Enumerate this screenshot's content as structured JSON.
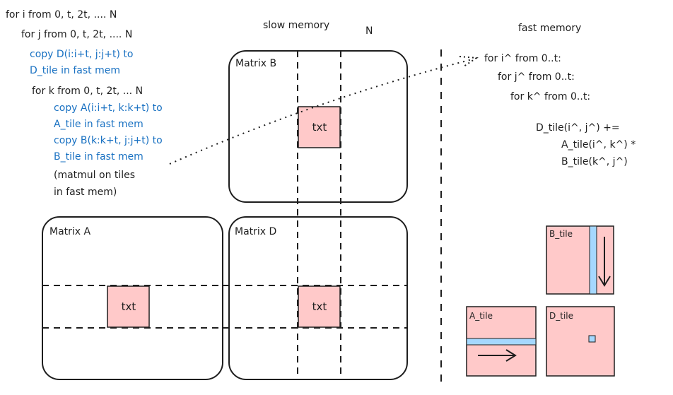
{
  "pseudocode_left": [
    {
      "text": "for i from 0, t, 2t, .... N",
      "color": "black"
    },
    {
      "text": "for j from 0, t, 2t, .... N",
      "color": "black"
    },
    {
      "text": "copy D(i:i+t, j:j+t) to",
      "color": "blue"
    },
    {
      "text": "D_tile in fast mem",
      "color": "blue"
    },
    {
      "text": "for k from 0, t, 2t, ... N",
      "color": "black"
    },
    {
      "text": "copy A(i:i+t, k:k+t) to",
      "color": "blue"
    },
    {
      "text": "A_tile in fast mem",
      "color": "blue"
    },
    {
      "text": "copy B(k:k+t, j:j+t) to",
      "color": "blue"
    },
    {
      "text": "B_tile in fast mem",
      "color": "blue"
    },
    {
      "text": "(matmul on tiles",
      "color": "black"
    },
    {
      "text": "in fast mem)",
      "color": "black"
    }
  ],
  "slow_memory_label": "slow memory",
  "n_label": "N",
  "fast_memory_label": "fast memory",
  "pseudocode_right": [
    "for i^ from 0..t:",
    "for j^ from 0..t:",
    "for k^ from 0..t:",
    "D_tile(i^, j^) +=",
    "A_tile(i^, k^) *",
    "B_tile(k^, j^)"
  ],
  "matrices": {
    "b": "Matrix B",
    "a": "Matrix A",
    "d": "Matrix D"
  },
  "tile_text": "txt",
  "tiles": {
    "b_tile": "B_tile",
    "a_tile": "A_tile",
    "d_tile": "D_tile"
  },
  "colors": {
    "tile_fill": "#ffc9c9",
    "blue_text": "#1971c2",
    "stripe": "#a5d8ff"
  }
}
